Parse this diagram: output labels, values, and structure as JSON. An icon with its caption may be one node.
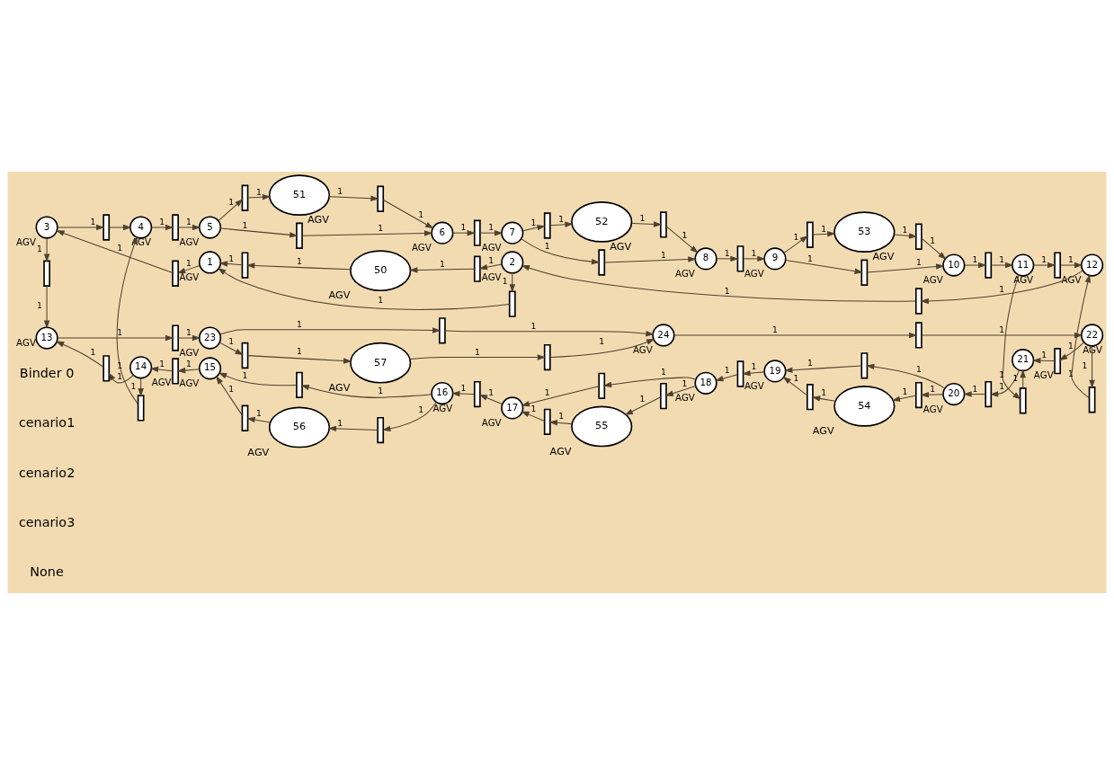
{
  "diagram": {
    "nodes": [
      {
        "text": [
          "1"
        ],
        "beside": [
          "AGV"
        ]
      },
      {
        "text": [
          "2"
        ],
        "beside": [
          "AGV"
        ]
      },
      {
        "text": [
          "3"
        ],
        "beside": [
          "AGV"
        ]
      },
      {
        "text": [
          "4"
        ],
        "beside": [
          "AGV"
        ]
      },
      {
        "text": [
          "5"
        ],
        "beside": [
          "AGV"
        ]
      },
      {
        "text": [
          "6"
        ],
        "beside": [
          "AGV"
        ]
      },
      {
        "text": [
          "7"
        ],
        "beside": [
          "AGV"
        ]
      },
      {
        "text": [
          "8"
        ],
        "beside": [
          "AGV"
        ]
      },
      {
        "text": [
          "9"
        ],
        "beside": [
          "AGV"
        ]
      },
      {
        "text": [
          "10"
        ],
        "beside": [
          "AGV"
        ]
      },
      {
        "text": [
          "11"
        ],
        "beside": [
          "AGV"
        ]
      },
      {
        "text": [
          "12"
        ],
        "beside": [
          "AGV"
        ]
      },
      {
        "text": [
          "13"
        ],
        "beside": [
          "AGV"
        ]
      },
      {
        "text": [
          "14"
        ],
        "beside": [
          "AGV"
        ]
      },
      {
        "text": [
          "15"
        ],
        "beside": [
          "AGV"
        ]
      },
      {
        "text": [
          "16"
        ],
        "beside": [
          "AGV"
        ]
      },
      {
        "text": [
          "17"
        ],
        "beside": [
          "AGV"
        ]
      },
      {
        "text": [
          "18"
        ],
        "beside": [
          "AGV"
        ]
      },
      {
        "text": [
          "19"
        ],
        "beside": [
          "AGV"
        ]
      },
      {
        "text": [
          "20"
        ],
        "beside": [
          "AGV"
        ]
      },
      {
        "text": [
          "21"
        ],
        "beside": [
          "AGV"
        ]
      },
      {
        "text": [
          "22"
        ],
        "beside": [
          "AGV"
        ]
      },
      {
        "text": [
          "23"
        ],
        "beside": [
          "AGV"
        ]
      },
      {
        "text": [
          "24"
        ],
        "beside": [
          "AGV"
        ]
      },
      {
        "text": [
          "50"
        ],
        "beside": [
          "AGV"
        ]
      },
      {
        "text": [
          "51"
        ],
        "beside": [
          "AGV"
        ]
      },
      {
        "text": [
          "52"
        ],
        "beside": [
          "AGV"
        ]
      },
      {
        "text": [
          "53"
        ],
        "beside": [
          "AGV"
        ]
      },
      {
        "text": [
          "54"
        ],
        "beside": [
          "AGV"
        ]
      },
      {
        "text": [
          "55"
        ],
        "beside": [
          "AGV"
        ]
      },
      {
        "text": [
          "56"
        ],
        "beside": [
          "AGV"
        ]
      },
      {
        "text": [
          "57"
        ],
        "beside": [
          "AGV"
        ]
      },
      {
        "text": [],
        "shape": "bar"
      },
      {
        "text": [],
        "shape": "bar"
      },
      {
        "text": [],
        "shape": "bar"
      },
      {
        "text": [],
        "shape": "bar"
      },
      {
        "text": [],
        "shape": "bar"
      },
      {
        "text": [],
        "shape": "bar"
      },
      {
        "text": [],
        "shape": "bar"
      },
      {
        "text": [],
        "shape": "bar"
      },
      {
        "text": [],
        "shape": "bar"
      },
      {
        "text": [],
        "shape": "bar"
      },
      {
        "text": [],
        "shape": "bar"
      },
      {
        "text": [],
        "shape": "bar"
      },
      {
        "text": [],
        "shape": "bar"
      },
      {
        "text": [],
        "shape": "bar"
      },
      {
        "text": [],
        "shape": "bar"
      },
      {
        "text": [],
        "shape": "bar"
      },
      {
        "text": [],
        "shape": "bar"
      },
      {
        "text": [],
        "shape": "bar"
      },
      {
        "text": [],
        "shape": "bar"
      },
      {
        "text": [],
        "shape": "bar"
      },
      {
        "text": [],
        "shape": "bar"
      },
      {
        "text": [],
        "shape": "bar"
      },
      {
        "text": [],
        "shape": "bar"
      },
      {
        "text": [],
        "shape": "bar"
      },
      {
        "text": [],
        "shape": "bar"
      },
      {
        "text": [],
        "shape": "bar"
      },
      {
        "text": [],
        "shape": "bar"
      },
      {
        "text": [],
        "shape": "bar"
      },
      {
        "text": [],
        "shape": "bar"
      },
      {
        "text": [],
        "shape": "bar"
      },
      {
        "text": [],
        "shape": "bar"
      },
      {
        "text": [],
        "shape": "bar"
      },
      {
        "text": [],
        "shape": "bar"
      },
      {
        "text": [],
        "shape": "bar"
      },
      {
        "text": [],
        "shape": "bar"
      },
      {
        "text": [],
        "shape": "bar"
      },
      {
        "text": [],
        "shape": "bar"
      },
      {
        "text": [],
        "shape": "bar"
      },
      {
        "text": [],
        "shape": "bar"
      },
      {
        "text": [],
        "shape": "bar"
      },
      {
        "text": [],
        "shape": "bar"
      },
      {
        "text": [],
        "shape": "bar"
      },
      {
        "text": [],
        "shape": "bar"
      },
      {
        "text": [],
        "shape": "bar"
      }
    ],
    "edges": [
      {
        "from": 1,
        "to": 32,
        "arrow": "to",
        "label": "1"
      },
      {
        "from": 32,
        "to": 24,
        "arrow": "to",
        "label": "1"
      },
      {
        "from": 24,
        "to": 33,
        "arrow": "to",
        "label": "1"
      },
      {
        "from": 33,
        "to": 0,
        "arrow": "to",
        "label": "1"
      },
      {
        "from": 1,
        "to": 34,
        "arrow": "to",
        "label": "1"
      },
      {
        "from": 34,
        "to": 0,
        "arrow": "to",
        "label": "1"
      },
      {
        "from": 0,
        "to": 35,
        "arrow": "to",
        "label": "1"
      },
      {
        "from": 35,
        "to": 2,
        "arrow": "to",
        "label": "1"
      },
      {
        "from": 11,
        "to": 36,
        "arrow": "to",
        "label": "1"
      },
      {
        "from": 36,
        "to": 1,
        "arrow": "to",
        "label": "1"
      },
      {
        "from": 2,
        "to": 37,
        "arrow": "to",
        "label": "1"
      },
      {
        "from": 37,
        "to": 3,
        "arrow": "to"
      },
      {
        "from": 3,
        "to": 38,
        "arrow": "to",
        "label": "1"
      },
      {
        "from": 38,
        "to": 4,
        "arrow": "to",
        "label": "1"
      },
      {
        "from": 4,
        "to": 39,
        "arrow": "to",
        "label": "1"
      },
      {
        "from": 39,
        "to": 25,
        "arrow": "to",
        "label": "1"
      },
      {
        "from": 4,
        "to": 40,
        "arrow": "to",
        "label": "1"
      },
      {
        "from": 40,
        "to": 5,
        "arrow": "to",
        "label": "1"
      },
      {
        "from": 25,
        "to": 41,
        "arrow": "to",
        "label": "1"
      },
      {
        "from": 41,
        "to": 5,
        "arrow": "to",
        "label": "1"
      },
      {
        "from": 5,
        "to": 42,
        "arrow": "to",
        "label": "1"
      },
      {
        "from": 42,
        "to": 6,
        "arrow": "to",
        "label": "1"
      },
      {
        "from": 6,
        "to": 43,
        "arrow": "to",
        "label": "1"
      },
      {
        "from": 43,
        "to": 26,
        "arrow": "to",
        "label": "1"
      },
      {
        "from": 6,
        "to": 44,
        "arrow": "to",
        "label": "1"
      },
      {
        "from": 44,
        "to": 7,
        "arrow": "to",
        "label": "1"
      },
      {
        "from": 26,
        "to": 45,
        "arrow": "to",
        "label": "1"
      },
      {
        "from": 45,
        "to": 7,
        "arrow": "to",
        "label": "1"
      },
      {
        "from": 7,
        "to": 46,
        "arrow": "to",
        "label": "1"
      },
      {
        "from": 46,
        "to": 8,
        "arrow": "to",
        "label": "1"
      },
      {
        "from": 8,
        "to": 47,
        "arrow": "to",
        "label": "1"
      },
      {
        "from": 47,
        "to": 27,
        "arrow": "to",
        "label": "1"
      },
      {
        "from": 8,
        "to": 48,
        "arrow": "to",
        "label": "1"
      },
      {
        "from": 48,
        "to": 9,
        "arrow": "to",
        "label": "1"
      },
      {
        "from": 27,
        "to": 49,
        "arrow": "to",
        "label": "1"
      },
      {
        "from": 49,
        "to": 9,
        "arrow": "to",
        "label": "1"
      },
      {
        "from": 9,
        "to": 50,
        "arrow": "to",
        "label": "1"
      },
      {
        "from": 50,
        "to": 10,
        "arrow": "to",
        "label": "1"
      },
      {
        "from": 10,
        "to": 51,
        "arrow": "to",
        "label": "1"
      },
      {
        "from": 51,
        "to": 11,
        "arrow": "to",
        "label": "1"
      },
      {
        "from": 2,
        "to": 52,
        "arrow": "to",
        "label": "1"
      },
      {
        "from": 52,
        "to": 12,
        "arrow": "to",
        "label": "1"
      },
      {
        "from": 13,
        "to": 53,
        "arrow": "to",
        "label": "1"
      },
      {
        "from": 53,
        "to": 3,
        "arrow": "to",
        "label": "1"
      },
      {
        "from": 10,
        "to": 54,
        "arrow": "to",
        "label": "1"
      },
      {
        "from": 54,
        "to": 20,
        "arrow": "to",
        "label": "1"
      },
      {
        "from": 21,
        "to": 55,
        "arrow": "to",
        "label": "1"
      },
      {
        "from": 55,
        "to": 11,
        "arrow": "to",
        "label": "1"
      },
      {
        "from": 21,
        "to": 56,
        "arrow": "to",
        "label": "1"
      },
      {
        "from": 56,
        "to": 20,
        "arrow": "to",
        "label": "1"
      },
      {
        "from": 20,
        "to": 57,
        "arrow": "to",
        "label": "1"
      },
      {
        "from": 57,
        "to": 19,
        "arrow": "to",
        "label": "1"
      },
      {
        "from": 19,
        "to": 58,
        "arrow": "to",
        "label": "1"
      },
      {
        "from": 58,
        "to": 18,
        "arrow": "to",
        "label": "1"
      },
      {
        "from": 19,
        "to": 59,
        "arrow": "to",
        "label": "1"
      },
      {
        "from": 59,
        "to": 28,
        "arrow": "to",
        "label": "1"
      },
      {
        "from": 28,
        "to": 60,
        "arrow": "to",
        "label": "1"
      },
      {
        "from": 60,
        "to": 18,
        "arrow": "to",
        "label": "1"
      },
      {
        "from": 18,
        "to": 61,
        "arrow": "to",
        "label": "1"
      },
      {
        "from": 61,
        "to": 17,
        "arrow": "to",
        "label": "1"
      },
      {
        "from": 17,
        "to": 62,
        "arrow": "to",
        "label": "1"
      },
      {
        "from": 62,
        "to": 16,
        "arrow": "to",
        "label": "1"
      },
      {
        "from": 17,
        "to": 63,
        "arrow": "to",
        "label": "1"
      },
      {
        "from": 63,
        "to": 29,
        "arrow": "to",
        "label": "1"
      },
      {
        "from": 29,
        "to": 64,
        "arrow": "to",
        "label": "1"
      },
      {
        "from": 64,
        "to": 16,
        "arrow": "to",
        "label": "1"
      },
      {
        "from": 16,
        "to": 65,
        "arrow": "to",
        "label": "1"
      },
      {
        "from": 65,
        "to": 15,
        "arrow": "to",
        "label": "1"
      },
      {
        "from": 15,
        "to": 66,
        "arrow": "to",
        "label": "1"
      },
      {
        "from": 66,
        "to": 14,
        "arrow": "to",
        "label": "1"
      },
      {
        "from": 15,
        "to": 67,
        "arrow": "to",
        "label": "1"
      },
      {
        "from": 67,
        "to": 30,
        "arrow": "to",
        "label": "1"
      },
      {
        "from": 30,
        "to": 68,
        "arrow": "to",
        "label": "1"
      },
      {
        "from": 68,
        "to": 14,
        "arrow": "to",
        "label": "1"
      },
      {
        "from": 14,
        "to": 69,
        "arrow": "to",
        "label": "1"
      },
      {
        "from": 69,
        "to": 13,
        "arrow": "to",
        "label": "1"
      },
      {
        "from": 13,
        "to": 70,
        "arrow": "to",
        "label": "1"
      },
      {
        "from": 70,
        "to": 12,
        "arrow": "to",
        "label": "1"
      },
      {
        "from": 12,
        "to": 71,
        "arrow": "to",
        "label": "1"
      },
      {
        "from": 71,
        "to": 22,
        "arrow": "to",
        "label": "1"
      },
      {
        "from": 22,
        "to": 72,
        "arrow": "to",
        "label": "1"
      },
      {
        "from": 72,
        "to": 23,
        "arrow": "to",
        "label": "1"
      },
      {
        "from": 22,
        "to": 73,
        "arrow": "to",
        "label": "1"
      },
      {
        "from": 73,
        "to": 31,
        "arrow": "to",
        "label": "1"
      },
      {
        "from": 31,
        "to": 74,
        "arrow": "to",
        "label": "1"
      },
      {
        "from": 74,
        "to": 23,
        "arrow": "to",
        "label": "1"
      },
      {
        "from": 23,
        "to": 75,
        "arrow": "to",
        "label": "1"
      },
      {
        "from": 75,
        "to": 21,
        "arrow": "to",
        "label": "1"
      }
    ],
    "labels": [
      "Binder 0",
      "cenario1",
      "cenario2",
      "cenario3",
      "None"
    ]
  }
}
